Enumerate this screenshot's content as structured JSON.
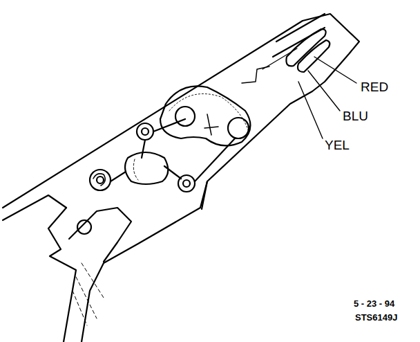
{
  "diagram": {
    "labels": [
      "RED",
      "BLU",
      "YEL",
      "5 - 23 - 94",
      "STS6149J"
    ]
  }
}
